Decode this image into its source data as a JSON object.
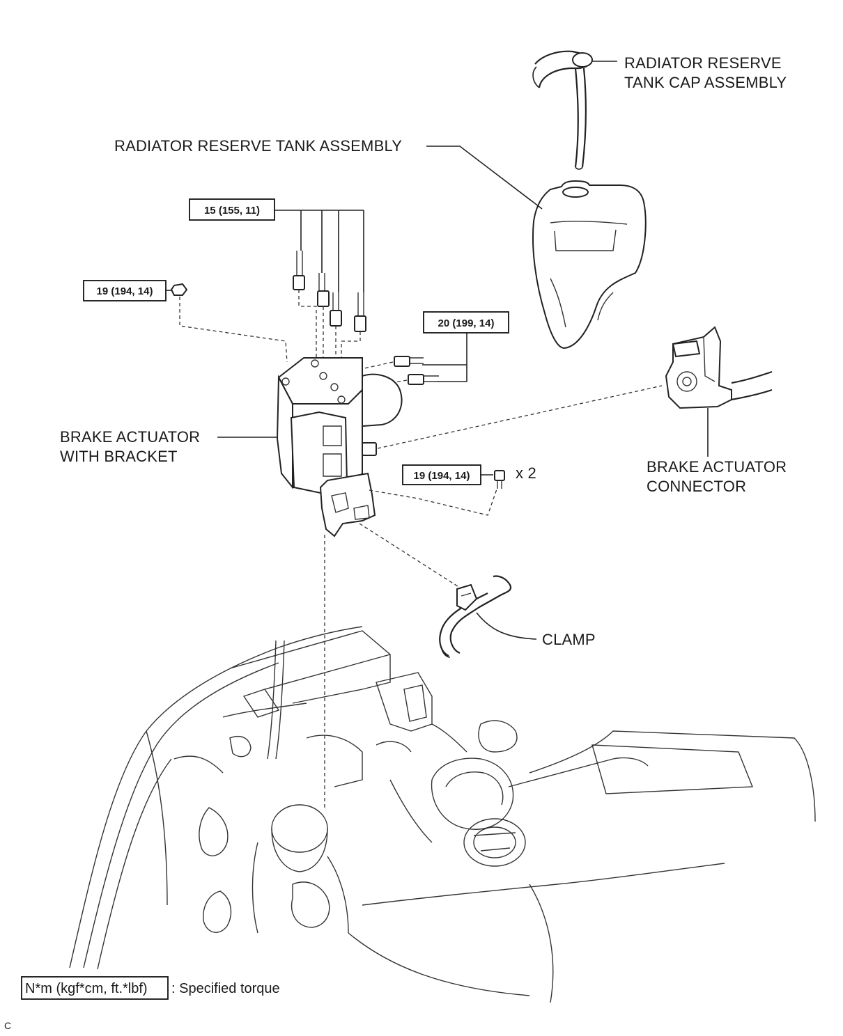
{
  "labels": {
    "cap_line1": "RADIATOR RESERVE",
    "cap_line2": "TANK CAP ASSEMBLY",
    "tank": "RADIATOR RESERVE TANK ASSEMBLY",
    "actuator_line1": "BRAKE ACTUATOR",
    "actuator_line2": "WITH BRACKET",
    "connector_line1": "BRAKE ACTUATOR",
    "connector_line2": "CONNECTOR",
    "clamp": "CLAMP",
    "quantity": "x 2"
  },
  "torques": {
    "brake_lines": "15 (155, 11)",
    "nut_top": "19 (194, 14)",
    "side_lines": "20 (199, 14)",
    "bolts": "19 (194, 14)"
  },
  "legend": {
    "unit": "N*m (kgf*cm, ft.*lbf)",
    "text": ": Specified torque"
  },
  "figure_code": "C"
}
